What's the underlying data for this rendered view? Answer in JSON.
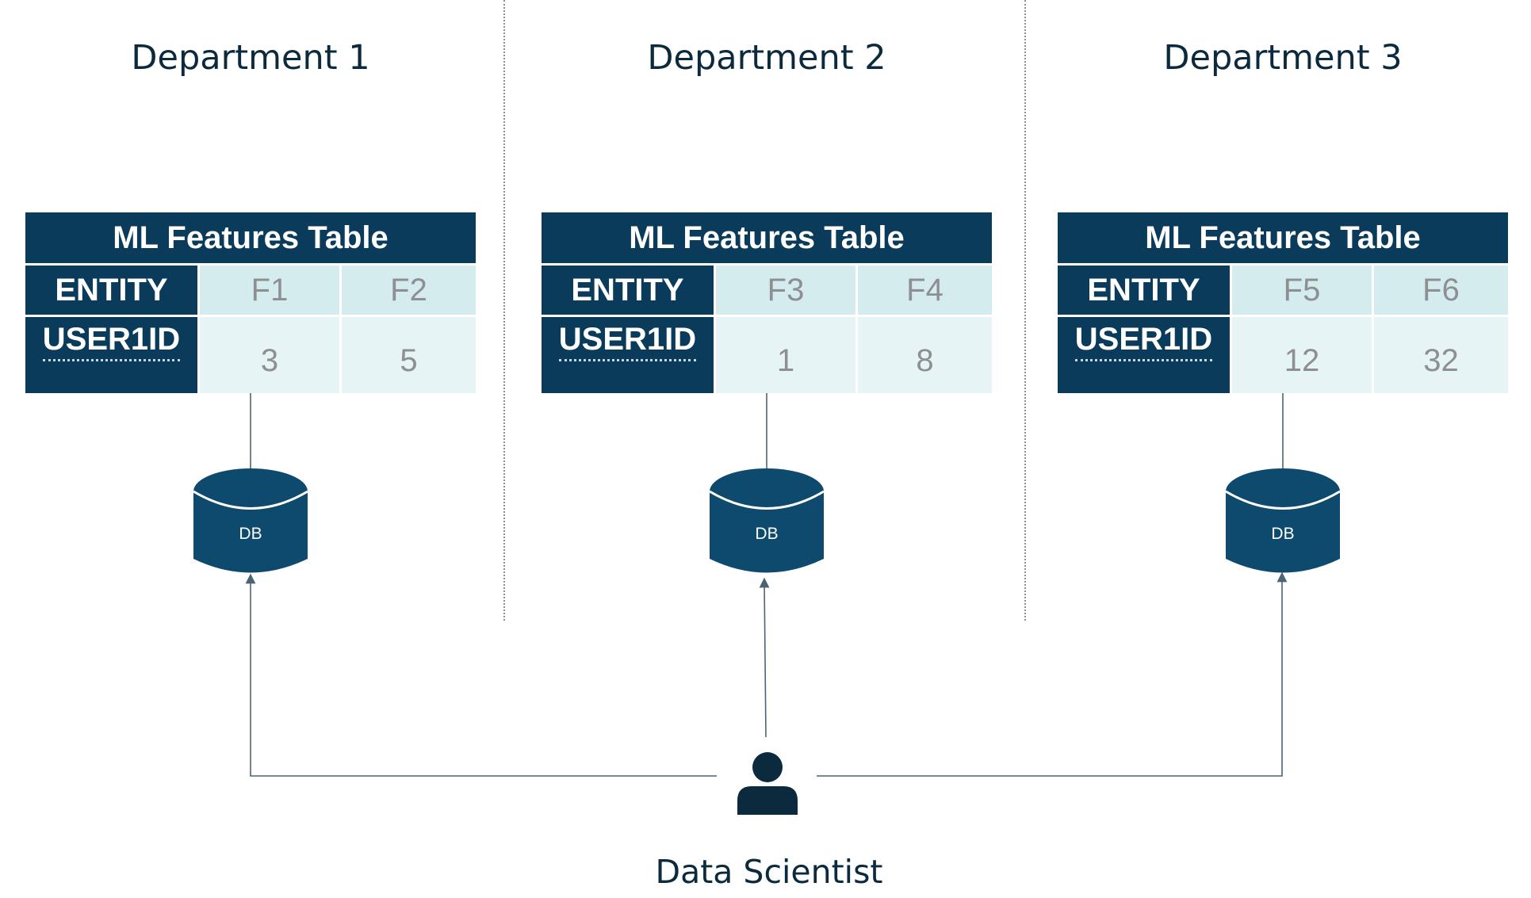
{
  "departments": [
    {
      "title": "Department 1",
      "table": {
        "header": "ML Features Table",
        "entity_label": "ENTITY",
        "row_label": "USER1ID",
        "features": [
          "F1",
          "F2"
        ],
        "values": [
          "3",
          "5"
        ]
      },
      "db_label": "DB"
    },
    {
      "title": "Department 2",
      "table": {
        "header": "ML Features Table",
        "entity_label": "ENTITY",
        "row_label": "USER1ID",
        "features": [
          "F3",
          "F4"
        ],
        "values": [
          "1",
          "8"
        ]
      },
      "db_label": "DB"
    },
    {
      "title": "Department 3",
      "table": {
        "header": "ML Features Table",
        "entity_label": "ENTITY",
        "row_label": "USER1ID",
        "features": [
          "F5",
          "F6"
        ],
        "values": [
          "12",
          "32"
        ]
      },
      "db_label": "DB"
    }
  ],
  "person": {
    "label": "Data Scientist",
    "icon": "person-icon"
  },
  "colors": {
    "navy": "#0b3b5a",
    "db": "#0e4a6e",
    "feature_header_bg": "#d4ecee",
    "feature_value_bg": "#e7f4f5",
    "muted_text": "#8d8f92",
    "title_text": "#0b2a3d",
    "connector": "#4b6475"
  }
}
